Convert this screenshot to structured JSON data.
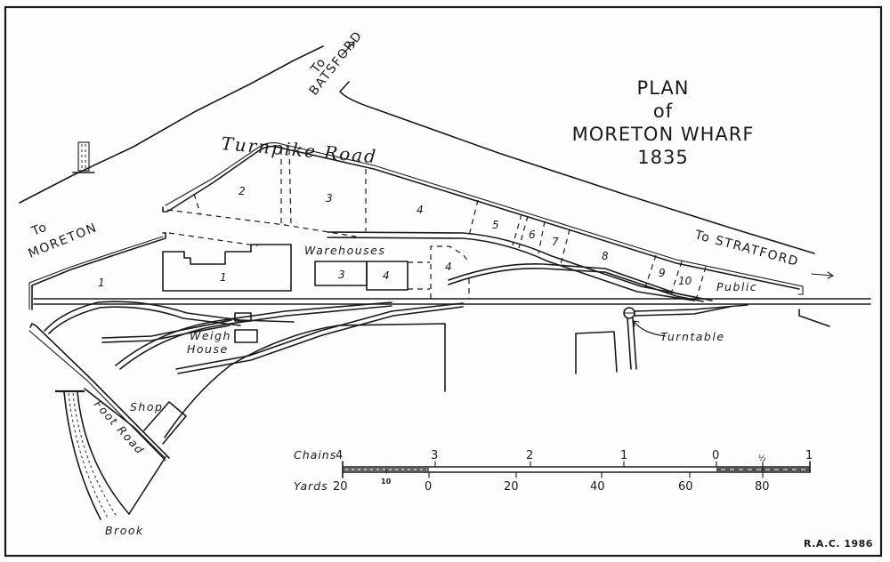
{
  "title": {
    "line1": "PLAN",
    "line2": "of",
    "line3": "MORETON WHARF",
    "line4": "1835"
  },
  "roads": {
    "turnpike": "Turnpike Road",
    "to_batsford_1": "To",
    "to_batsford_2": "BATSFORD",
    "to_moreton_1": "To",
    "to_moreton_2": "MORETON",
    "to_stratford": "To STRATFORD",
    "foot_road": "Foot Road"
  },
  "plots": {
    "labels": [
      "1",
      "2",
      "3",
      "4",
      "5",
      "6",
      "7",
      "8",
      "9",
      "10"
    ],
    "public": "Public"
  },
  "buildings": {
    "building_1": "1",
    "warehouses_label": "Warehouses",
    "warehouse_3": "3",
    "warehouse_4": "4",
    "enclosure_4": "4",
    "weigh_house_1": "Weigh",
    "weigh_house_2": "House",
    "shop": "Shop",
    "turntable": "Turntable",
    "brook": "Brook"
  },
  "scale": {
    "chains_label": "Chains",
    "chains_ticks": [
      "4",
      "3",
      "2",
      "1",
      "0",
      "½",
      "1"
    ],
    "yards_label": "Yards",
    "yards_ticks": [
      "20",
      "10",
      "0",
      "20",
      "40",
      "60",
      "80"
    ]
  },
  "signature": "R.A.C. 1986",
  "colors": {
    "ink": "#1a1a1a",
    "paper": "#fdfdfd"
  }
}
